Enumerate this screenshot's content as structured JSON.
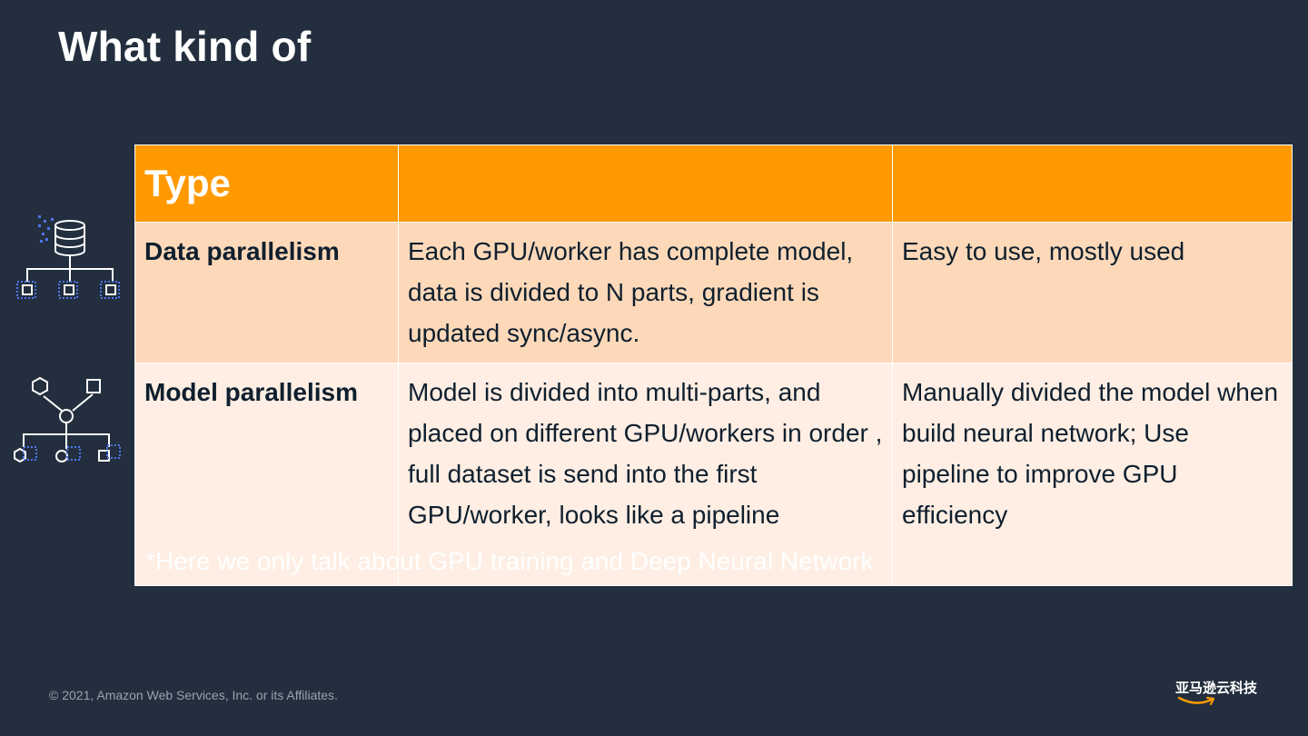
{
  "slide": {
    "title": "What kind of",
    "footnote": "*Here we only talk about GPU training and Deep Neural Network",
    "copyright": "© 2021, Amazon Web Services, Inc. or its Affiliates.",
    "brand": "亚马逊云科技"
  },
  "table": {
    "headers": [
      "Type",
      "",
      ""
    ],
    "rows": [
      {
        "type": "Data parallelism",
        "description": "Each GPU/worker has complete model, data is divided to N parts, gradient is updated sync/async.",
        "notes": "Easy to use, mostly used"
      },
      {
        "type": "Model parallelism",
        "description": "Model is divided into multi-parts, and placed on different GPU/workers in order , full dataset is send into the first GPU/worker, looks like a pipeline",
        "notes": "Manually divided the model when build neural network; Use pipeline to improve GPU efficiency"
      }
    ]
  },
  "colors": {
    "background": "#232f3e",
    "header": "#ff9900",
    "row_data": "#fdd9b9",
    "row_model": "#feeee3",
    "icon_accent": "#4f74f0"
  },
  "icons": [
    "data-parallelism-icon",
    "model-parallelism-icon",
    "amazon-smile-logo"
  ]
}
